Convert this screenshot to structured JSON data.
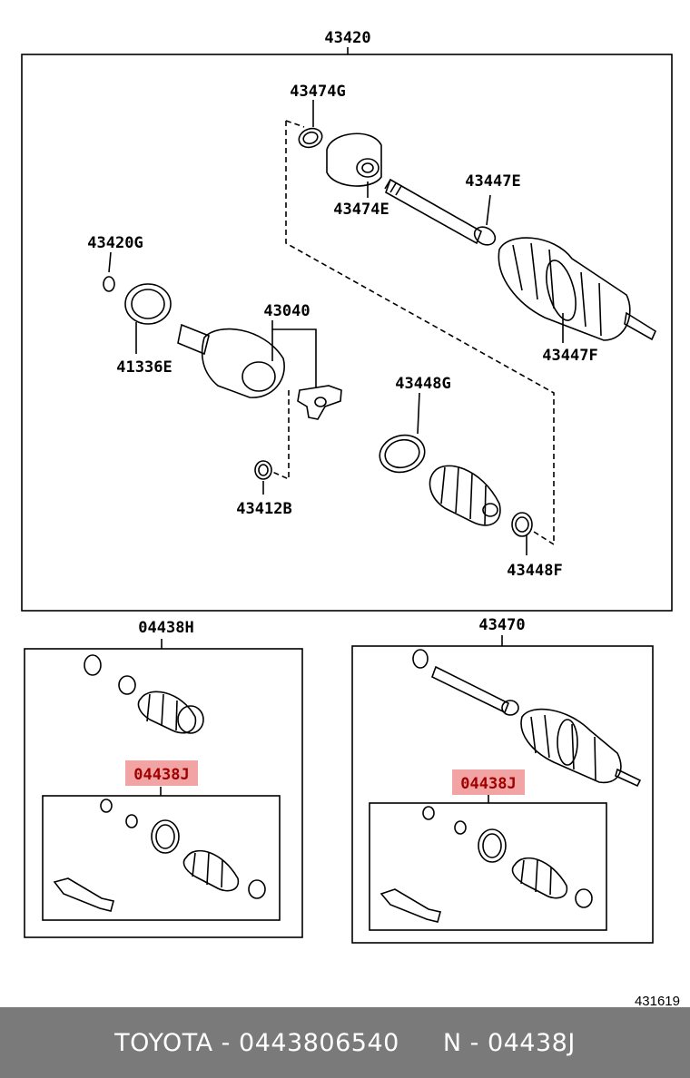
{
  "diagram": {
    "labels": {
      "assembly_main": "43420",
      "part_43474G": "43474G",
      "part_43474E": "43474E",
      "part_43447E": "43447E",
      "part_43420G": "43420G",
      "part_41336E": "41336E",
      "part_43040": "43040",
      "part_43447F": "43447F",
      "part_43448G": "43448G",
      "part_43412B": "43412B",
      "part_43448F": "43448F",
      "kit_04438H": "04438H",
      "kit_43470": "43470",
      "kit_04438J_left": "04438J",
      "kit_04438J_right": "04438J",
      "ref_code": "431619"
    },
    "highlight_color": "#f2a3a3"
  },
  "footer": {
    "brand": "TOYOTA",
    "part_number": "0443806540",
    "sep": "-",
    "n_label": "N",
    "n_value": "04438J"
  }
}
